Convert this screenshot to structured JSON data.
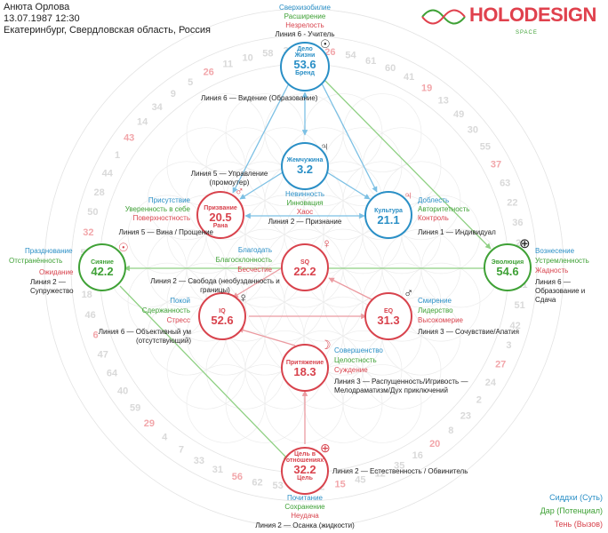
{
  "header": {
    "name": "Анюта Орлова",
    "datetime": "13.07.1987 12:30",
    "place": "Екатеринбург, Свердловская область, Россия"
  },
  "logo": {
    "text": "HOLODESIGN",
    "sub": "SPACE"
  },
  "legend": {
    "siddhi": "Сиддхи (Суть)",
    "gift": "Дар (Потенциал)",
    "shadow": "Тень (Вызов)"
  },
  "wheel_numbers": [
    "26",
    "54",
    "61",
    "60",
    "41",
    "19",
    "13",
    "49",
    "30",
    "55",
    "37",
    "63",
    "22",
    "36",
    "25",
    "17",
    "21",
    "51",
    "42",
    "3",
    "27",
    "24",
    "2",
    "23",
    "8",
    "20",
    "16",
    "35",
    "12",
    "45",
    "15",
    "52",
    "39",
    "53",
    "62",
    "56",
    "31",
    "33",
    "7",
    "4",
    "29",
    "59",
    "40",
    "64",
    "47",
    "6",
    "46",
    "18",
    "48",
    "57",
    "32",
    "50",
    "28",
    "44",
    "1",
    "43",
    "14",
    "34",
    "9",
    "5",
    "26",
    "11",
    "10",
    "58",
    "38",
    "54"
  ],
  "nodes": {
    "life_work": {
      "name": "Дело Жизни",
      "number": "53.6",
      "sub": "Бренд",
      "symbol": "☉",
      "siddhi": "Сверхизобилие",
      "gift": "Расширение",
      "shadow": "Незрелость",
      "line": "Линия 6 - Учитель",
      "line2": "Линия 6 — Видение (Образование)"
    },
    "pearl": {
      "name": "Жемчужина",
      "number": "3.2",
      "symbol": "♃",
      "siddhi": "Невинность",
      "gift": "Инновация",
      "shadow": "Хаос",
      "line": "Линия 2 — Признание"
    },
    "calling": {
      "name": "Призвание",
      "number": "20.5",
      "sub": "Рана",
      "symbol": "♂",
      "siddhi": "Присутствие",
      "gift": "Уверенность в себе",
      "shadow": "Поверхностность",
      "line": "Линия 5 — Вина / Прощение",
      "line_top": "Линия 5 — Управление (промоутер)"
    },
    "culture": {
      "name": "Культура",
      "number": "21.1",
      "symbol": "♃",
      "siddhi": "Доблесть",
      "gift": "Авторитетность",
      "shadow": "Контроль",
      "line": "Линия 1 — Индивидуал"
    },
    "radiance": {
      "name": "Сияние",
      "number": "42.2",
      "symbol": "☉",
      "siddhi": "Празднование",
      "gift": "Отстранённость",
      "shadow": "Ожидание",
      "line": "Линия 2 — Супружество"
    },
    "evolution": {
      "name": "Эволюция",
      "number": "54.6",
      "symbol": "⊕",
      "siddhi": "Вознесение",
      "gift": "Устремленность",
      "shadow": "Жадность",
      "line": "Линия 6 —Образование и Сдача"
    },
    "sq": {
      "name": "SQ",
      "number": "22.2",
      "symbol": "♀",
      "siddhi": "Благодать",
      "gift": "Благосклонность",
      "shadow": "Бесчестие",
      "line": "Линия 2 — Свобода (необузданность и границы)"
    },
    "iq": {
      "name": "IQ",
      "number": "52.6",
      "symbol": "♀",
      "siddhi": "Покой",
      "gift": "Сдержанность",
      "shadow": "Стресс",
      "line": "Линия 6 — Объективный ум (отсутствующий)"
    },
    "eq": {
      "name": "EQ",
      "number": "31.3",
      "symbol": "♂",
      "siddhi": "Смирение",
      "gift": "Лидерство",
      "shadow": "Высокомерие",
      "line": "Линия 3 — Сочувствие/Апатия"
    },
    "attraction": {
      "name": "Притяжение",
      "number": "18.3",
      "symbol": "☽",
      "siddhi": "Совершенство",
      "gift": "Целостность",
      "shadow": "Суждение",
      "line": "Линия 3 — Распущенность/Игривость — Мелодраматизм/Дух приключений"
    },
    "relationships": {
      "name": "Цель в отношениях",
      "number": "32.2",
      "sub": "Цель",
      "symbol": "⊕",
      "siddhi": "Почитание",
      "gift": "Сохранение",
      "shadow": "Неудача",
      "line": "Линия 2 — Естественность / Обвинитель",
      "line_bottom": "Линия 2 — Осанка (жидкости)"
    }
  },
  "colors": {
    "blue": "#2a8fc6",
    "green": "#3fa136",
    "red": "#d8434d"
  }
}
